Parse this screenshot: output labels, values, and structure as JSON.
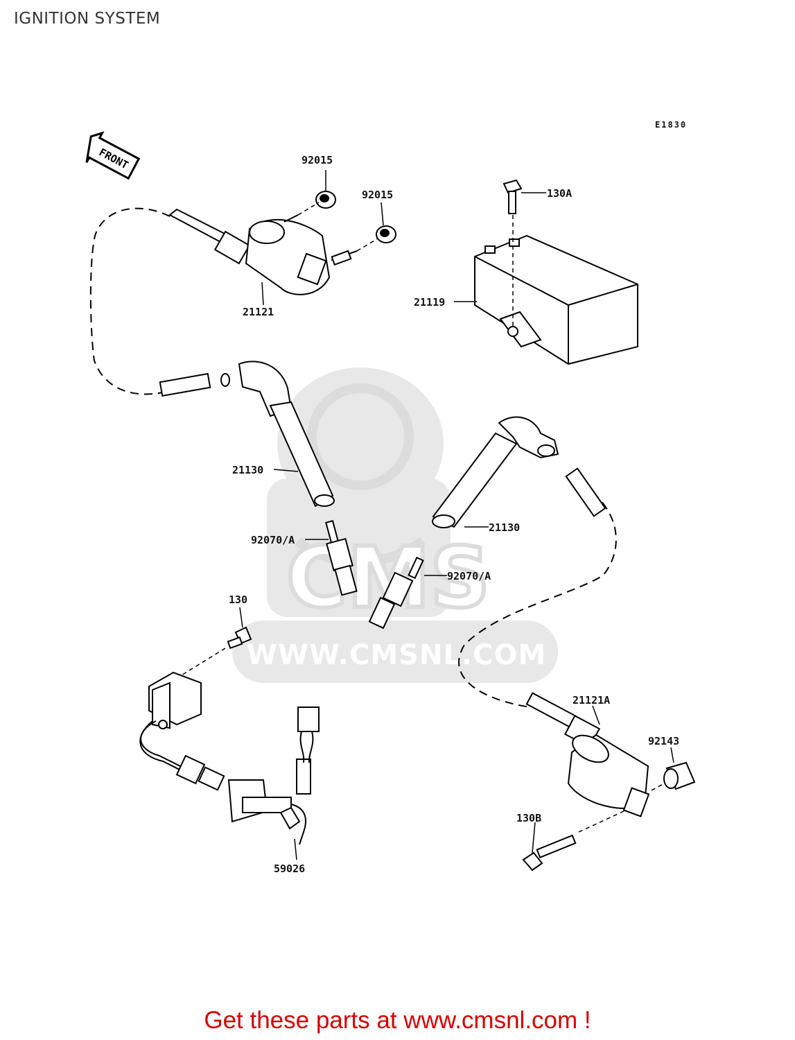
{
  "header": {
    "title": "IGNITION SYSTEM"
  },
  "diagram": {
    "code": "E1830",
    "front_label": "FRONT",
    "watermark_text": "WWW.CMSNL.COM",
    "watermark_logo": "CMS",
    "parts": {
      "nut_left": "92015",
      "nut_right": "92015",
      "bolt_top": "130A",
      "coil_top": "21121",
      "igniter": "21119",
      "cap_left": "21130",
      "cap_right": "21130",
      "plug_left": "92070/A",
      "plug_right": "92070/A",
      "bolt_130": "130",
      "coil_bottom": "21121A",
      "spacer": "92143",
      "bolt_bottom": "130B",
      "pickup": "59026"
    }
  },
  "footer": {
    "text": "Get these parts at ",
    "link": "www.cmsnl.com",
    "suffix": " !"
  }
}
